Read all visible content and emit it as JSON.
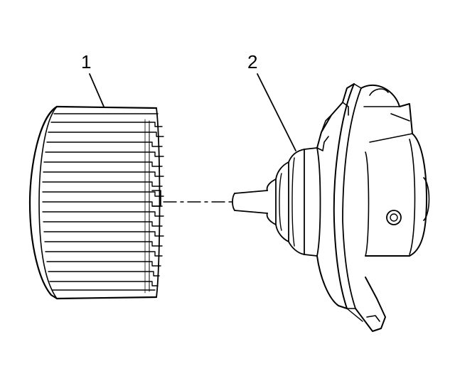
{
  "callouts": [
    {
      "id": "1",
      "label": "1",
      "part_icon": "blower-wheel-icon"
    },
    {
      "id": "2",
      "label": "2",
      "part_icon": "blower-motor-icon"
    }
  ],
  "colors": {
    "line": "#000000",
    "background": "#ffffff"
  }
}
